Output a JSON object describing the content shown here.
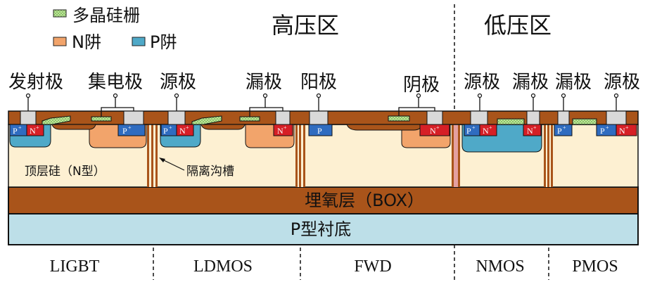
{
  "legend": {
    "poly_gate": "多晶硅栅",
    "n_well": "N阱",
    "p_well": "P阱"
  },
  "regions": {
    "high_voltage": "高压区",
    "low_voltage": "低压区"
  },
  "terminals": {
    "emitter": "发射极",
    "collector": "集电极",
    "source": "源极",
    "drain": "漏极",
    "anode": "阳极",
    "cathode": "阴极"
  },
  "layers": {
    "top_si": "顶层硅（N型）",
    "trench": "隔离沟槽",
    "box": "埋氧层（BOX）",
    "substrate": "P型衬底"
  },
  "doping": {
    "p_plus": "P",
    "n_plus": "N",
    "p": "P",
    "plus": "+"
  },
  "devices": [
    "LIGBT",
    "LDMOS",
    "FWD",
    "NMOS",
    "PMOS"
  ],
  "colors": {
    "top_si": "#FDF0D2",
    "oxide": "#A9541A",
    "substrate": "#BDDFE8",
    "n_well": "#F2A46B",
    "p_well": "#4FA9C8",
    "n_plus": "#D61F26",
    "p_plus": "#2F6CC0",
    "poly": "#BEE39A",
    "metal": "#D9D9D9"
  }
}
